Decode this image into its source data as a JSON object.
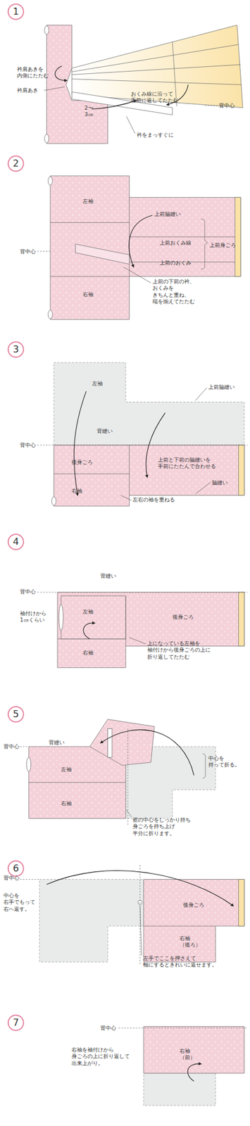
{
  "diagram": {
    "nodes": [
      {
        "text": [
          "1"
        ]
      },
      {
        "text": [
          "2"
        ]
      },
      {
        "text": [
          "3"
        ]
      },
      {
        "text": [
          "4"
        ]
      },
      {
        "text": [
          "5"
        ]
      },
      {
        "text": [
          "6"
        ]
      },
      {
        "text": [
          "7"
        ]
      }
    ],
    "labels": [
      "衿肩あきを 内側にたたむ",
      "衿肩あき",
      "2〜3㎝",
      "おくみ線に沿って 手前に返してたたむ",
      "背中心",
      "衿をまっすぐに",
      "左袖",
      "上前脇縫い",
      "上前おくみ線",
      "上前身ごろ",
      "背中心",
      "上前のおくみ",
      "右袖",
      "上前の下前の衿、おくみを きちんと重ね、端を揃えてたたむ",
      "左袖",
      "上前脇縫い",
      "背縫い",
      "背中心",
      "後身ごろ",
      "上前と下前の脇縫いを 手前にたたんで合わせる",
      "右袖",
      "脇縫い",
      "左右の袖を重ねる",
      "背縫い",
      "背中心",
      "袖付けから 1㎝くらい",
      "左袖",
      "後身ごろ",
      "右袖",
      "上になっている左袖を 袖付けから後身ごろの上に 折り返してたたむ",
      "背縫い",
      "背中心",
      "左袖",
      "右袖",
      "中心を 持って折る。",
      "裾の中心をしっかり持ち 身ごろを持ち上げ 半分に折ります。",
      "背中心",
      "中心を 右手でもって 右へ返す。",
      "後身ごろ",
      "右袖（後ろ）",
      "左手でここを押さえて 軸にするときれいに返せます。",
      "背中心",
      "右袖（前）",
      "右袖を袖付けから 身ごろの上に折り返して 出来上がり。"
    ]
  }
}
